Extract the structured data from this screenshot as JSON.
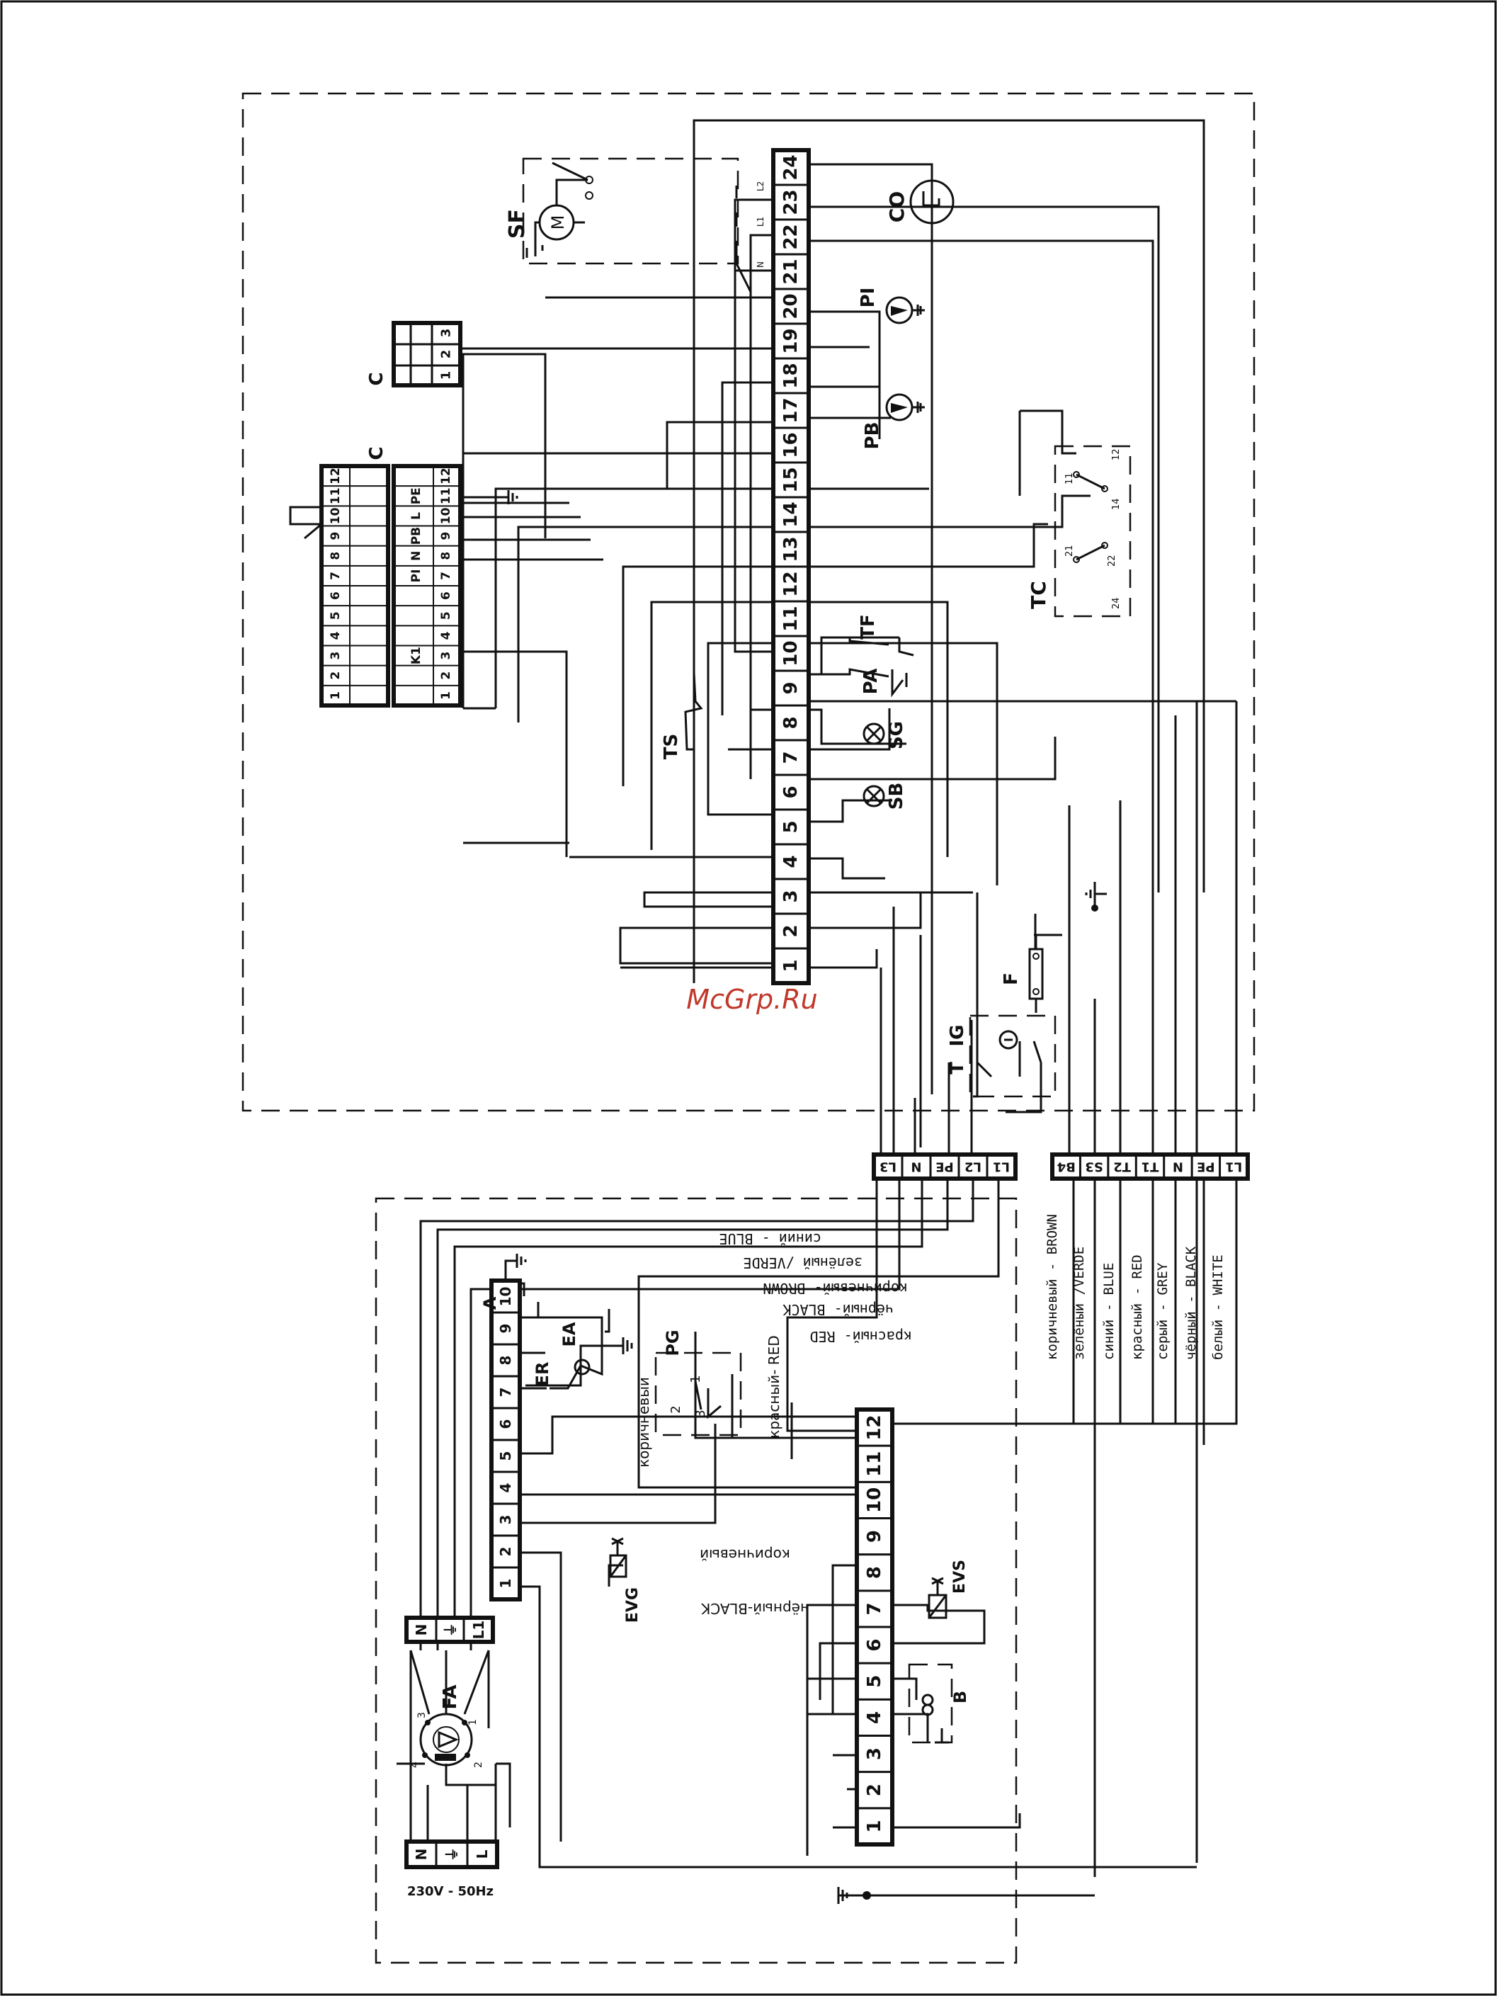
{
  "watermark": "McGrp.Ru",
  "colors": {
    "ink": "#111111",
    "watermark": "#c0392b",
    "background": "#ffffff"
  },
  "main_terminal": {
    "numbers": [
      "24",
      "23",
      "22",
      "21",
      "20",
      "19",
      "18",
      "17",
      "16",
      "15",
      "14",
      "13",
      "12",
      "11",
      "10",
      "9",
      "8",
      "7",
      "6",
      "5",
      "4",
      "3",
      "2",
      "1"
    ]
  },
  "components": {
    "sf": "SF",
    "motor": "M",
    "co": "CO",
    "pi": "PI",
    "pb": "PB",
    "tc": "TC",
    "tf": "TF",
    "pa": "PA",
    "ts": "TS",
    "sg": "SG",
    "sb": "SB",
    "ig": "IG",
    "t": "T",
    "f": "F",
    "c": "C",
    "c2": "C",
    "a": "A",
    "er": "ER",
    "ea": "EA",
    "pg": "PG",
    "evg": "EVG",
    "evs": "EVS",
    "b": "B",
    "fa": "FA"
  },
  "tc_contacts": [
    "11",
    "12",
    "14",
    "21",
    "22",
    "24"
  ],
  "relay_labels": {
    "l1": "L1",
    "l2": "L2",
    "n": "N"
  },
  "pg_contacts": [
    "1",
    "2",
    "3"
  ],
  "fa_pins": [
    "1",
    "2",
    "3",
    "4"
  ],
  "connector_c_small": {
    "numbers": [
      "3",
      "2",
      "1"
    ]
  },
  "connector_c_big": {
    "numbers": [
      "12",
      "11",
      "10",
      "9",
      "8",
      "7",
      "6",
      "5",
      "4",
      "3",
      "2",
      "1"
    ],
    "labels": [
      "",
      "PE",
      "L",
      "PB",
      "N",
      "PI",
      "",
      "",
      "",
      "K1",
      "",
      ""
    ]
  },
  "plug_a": {
    "numbers": [
      "L3",
      "N",
      "PE",
      "L2",
      "L1"
    ]
  },
  "plug_b": {
    "numbers": [
      "B4",
      "S3",
      "T2",
      "T1",
      "N",
      "PE",
      "L1"
    ]
  },
  "right_wires": [
    "коричневый - BROWN",
    "зелёный /VERDE",
    "синий - BLUE",
    "красный - RED",
    "серый - GREY",
    "чёрный - BLACK",
    "белый - WHITE"
  ],
  "left_wires": [
    "синий - BLUE",
    "зелёный /VERDE",
    "коричневый- BROWN",
    "чёрный- BLACK",
    "красный- RED"
  ],
  "board_a": {
    "numbers": [
      "10",
      "9",
      "8",
      "7",
      "6",
      "5",
      "4",
      "3",
      "2",
      "1"
    ]
  },
  "board_b": {
    "numbers": [
      "12",
      "11",
      "10",
      "9",
      "8",
      "7",
      "6",
      "5",
      "4",
      "3",
      "2",
      "1"
    ]
  },
  "mid_wires": {
    "brown_v": "коричневый",
    "red_v": "красный- RED",
    "brown_h": "коричневый",
    "black_h": "чёрный-BLACK"
  },
  "mains_plug": {
    "pins": [
      "N",
      "⏚",
      "L1"
    ]
  },
  "power_plug": {
    "pins": [
      "N",
      "⏚",
      "L"
    ]
  },
  "supply": "230V - 50Hz"
}
